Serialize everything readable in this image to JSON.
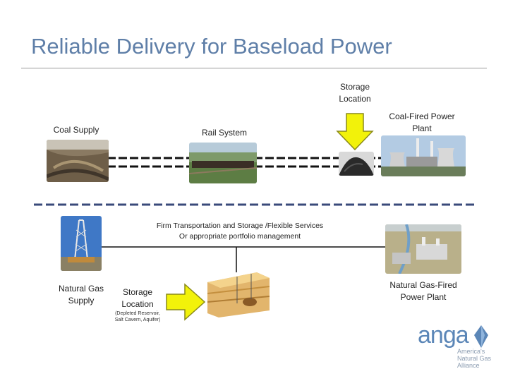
{
  "title": "Reliable Delivery for Baseload Power",
  "coal_row": {
    "coal_supply": "Coal Supply",
    "rail_system": "Rail System",
    "storage_line1": "Storage",
    "storage_line2": "Location",
    "plant_line1": "Coal-Fired Power",
    "plant_line2": "Plant"
  },
  "gas_row": {
    "services_line1": "Firm Transportation and Storage /Flexible Services",
    "services_line2": "Or appropriate portfolio management",
    "gas_supply_line1": "Natural Gas",
    "gas_supply_line2": "Supply",
    "storage_line1": "Storage",
    "storage_line2": "Location",
    "storage_note_line1": "(Depleted Reservoir,",
    "storage_note_line2": "Salt Cavern, Aquifer)",
    "plant_line1": "Natural Gas-Fired",
    "plant_line2": "Power Plant"
  },
  "logo": {
    "name": "anga",
    "tag_line1": "America's",
    "tag_line2": "Natural Gas",
    "tag_line3": "Alliance"
  },
  "colors": {
    "title": "#5f7fa8",
    "arrow_fill": "#f2f20a",
    "arrow_stroke": "#8a8a1a",
    "logo": "#5b86b7"
  }
}
